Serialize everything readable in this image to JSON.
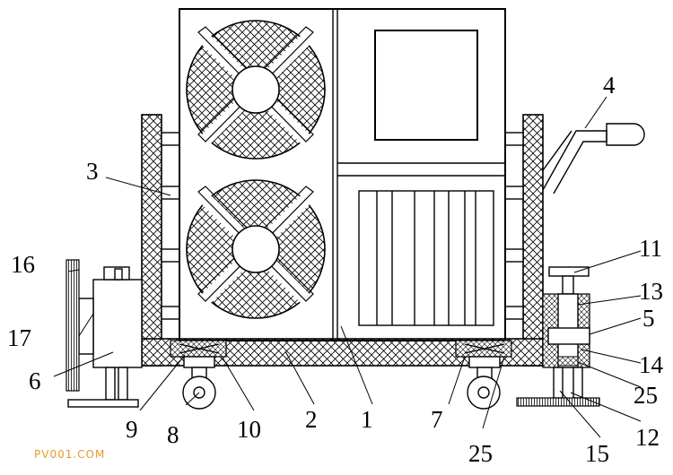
{
  "watermark": "PV001.COM",
  "labels": {
    "l1": "1",
    "l2": "2",
    "l3": "3",
    "l4": "4",
    "l5": "5",
    "l6": "6",
    "l7": "7",
    "l8": "8",
    "l9": "9",
    "l10": "10",
    "l11": "11",
    "l12": "12",
    "l13": "13",
    "l14": "14",
    "l15": "15",
    "l16": "16",
    "l17": "17",
    "l25a": "25",
    "l25b": "25"
  }
}
